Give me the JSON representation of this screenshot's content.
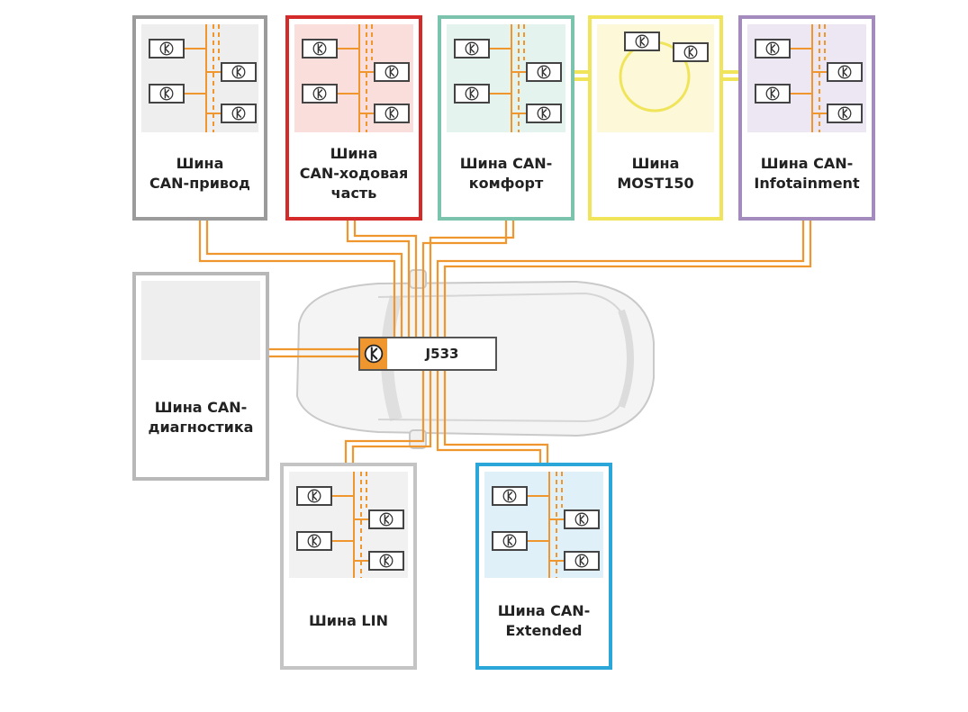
{
  "colors": {
    "wire": "#f0962e",
    "drivetrain": "#9b9b9b",
    "chassis": "#d42a2a",
    "comfort": "#7cc3ae",
    "most": "#f0e45a",
    "infotainment": "#a48bbd",
    "diagnostics": "#b8b8b8",
    "lin": "#c4c4c4",
    "extended": "#2aa6d8"
  },
  "gateway": {
    "label": "J533",
    "icon": "ecu-node-icon"
  },
  "buses": [
    {
      "id": "drivetrain",
      "label": "Шина\nCAN-привод",
      "ecu_count": 4
    },
    {
      "id": "chassis",
      "label": "Шина\nCAN-ходовая\nчасть",
      "ecu_count": 4
    },
    {
      "id": "comfort",
      "label": "Шина CAN-\nкомфорт",
      "ecu_count": 4
    },
    {
      "id": "most",
      "label": "Шина\nMOST150",
      "ecu_count": 2
    },
    {
      "id": "infotainment",
      "label": "Шина CAN-\nInfotainment",
      "ecu_count": 4
    },
    {
      "id": "diagnostics",
      "label": "Шина CAN-\nдиагностика",
      "ecu_count": 0
    },
    {
      "id": "lin",
      "label": "Шина LIN",
      "ecu_count": 4
    },
    {
      "id": "extended",
      "label": "Шина CAN-\nExtended",
      "ecu_count": 4
    }
  ]
}
